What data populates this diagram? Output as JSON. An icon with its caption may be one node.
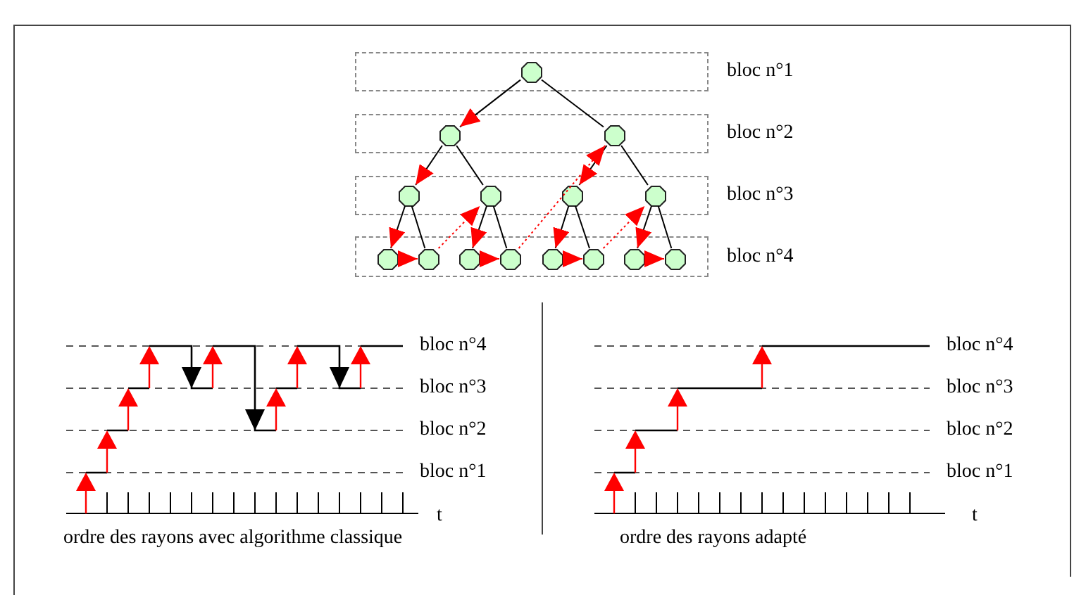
{
  "diagram": {
    "nodes": [
      {
        "text": [
          "bloc n°1"
        ]
      },
      {
        "text": [],
        "shape": "octagon",
        "in": 0
      },
      {
        "text": [
          "bloc n°2"
        ]
      },
      {
        "text": [],
        "shape": "octagon",
        "in": 2
      },
      {
        "text": [],
        "shape": "octagon",
        "in": 2
      },
      {
        "text": [
          "bloc n°3"
        ]
      },
      {
        "text": [],
        "shape": "octagon",
        "in": 5
      },
      {
        "text": [],
        "shape": "octagon",
        "in": 5
      },
      {
        "text": [],
        "shape": "octagon",
        "in": 5
      },
      {
        "text": [],
        "shape": "octagon",
        "in": 5
      },
      {
        "text": [
          "bloc n°4"
        ]
      },
      {
        "text": [],
        "shape": "octagon",
        "in": 10
      },
      {
        "text": [],
        "shape": "octagon",
        "in": 10
      },
      {
        "text": [],
        "shape": "octagon",
        "in": 10
      },
      {
        "text": [],
        "shape": "octagon",
        "in": 10
      },
      {
        "text": [],
        "shape": "octagon",
        "in": 10
      },
      {
        "text": [],
        "shape": "octagon",
        "in": 10
      },
      {
        "text": [],
        "shape": "octagon",
        "in": 10
      },
      {
        "text": [],
        "shape": "octagon",
        "in": 10
      }
    ],
    "edges": [
      {
        "from": 1,
        "to": 3,
        "arrow": "to"
      },
      {
        "from": 1,
        "to": 4,
        "arrow": "none"
      },
      {
        "from": 3,
        "to": 6,
        "arrow": "to"
      },
      {
        "from": 3,
        "to": 7,
        "arrow": "none"
      },
      {
        "from": 4,
        "to": 8,
        "arrow": "to"
      },
      {
        "from": 4,
        "to": 9,
        "arrow": "none"
      },
      {
        "from": 6,
        "to": 11,
        "arrow": "to"
      },
      {
        "from": 6,
        "to": 12,
        "arrow": "none"
      },
      {
        "from": 7,
        "to": 13,
        "arrow": "to"
      },
      {
        "from": 7,
        "to": 14,
        "arrow": "none"
      },
      {
        "from": 8,
        "to": 15,
        "arrow": "to"
      },
      {
        "from": 8,
        "to": 16,
        "arrow": "none"
      },
      {
        "from": 9,
        "to": 17,
        "arrow": "to"
      },
      {
        "from": 9,
        "to": 18,
        "arrow": "none"
      },
      {
        "from": 11,
        "to": 12,
        "arrow": "to",
        "color": "#ff0000"
      },
      {
        "from": 12,
        "to": 7,
        "arrow": "to",
        "style": "dashed",
        "color": "#ff0000"
      },
      {
        "from": 13,
        "to": 14,
        "arrow": "to",
        "color": "#ff0000"
      },
      {
        "from": 14,
        "to": 4,
        "arrow": "to",
        "style": "dashed",
        "color": "#ff0000"
      },
      {
        "from": 15,
        "to": 16,
        "arrow": "to",
        "color": "#ff0000"
      },
      {
        "from": 16,
        "to": 9,
        "arrow": "to",
        "style": "dashed",
        "color": "#ff0000"
      },
      {
        "from": 17,
        "to": 18,
        "arrow": "to",
        "color": "#ff0000"
      }
    ],
    "labels": [
      "bloc n°4",
      "bloc n°4",
      "bloc n°3",
      "bloc n°3",
      "bloc n°2",
      "bloc n°2",
      "bloc n°1",
      "bloc n°1",
      "t",
      "t",
      "ordre des rayons avec algorithme classique",
      "ordre des rayons adapté"
    ]
  }
}
